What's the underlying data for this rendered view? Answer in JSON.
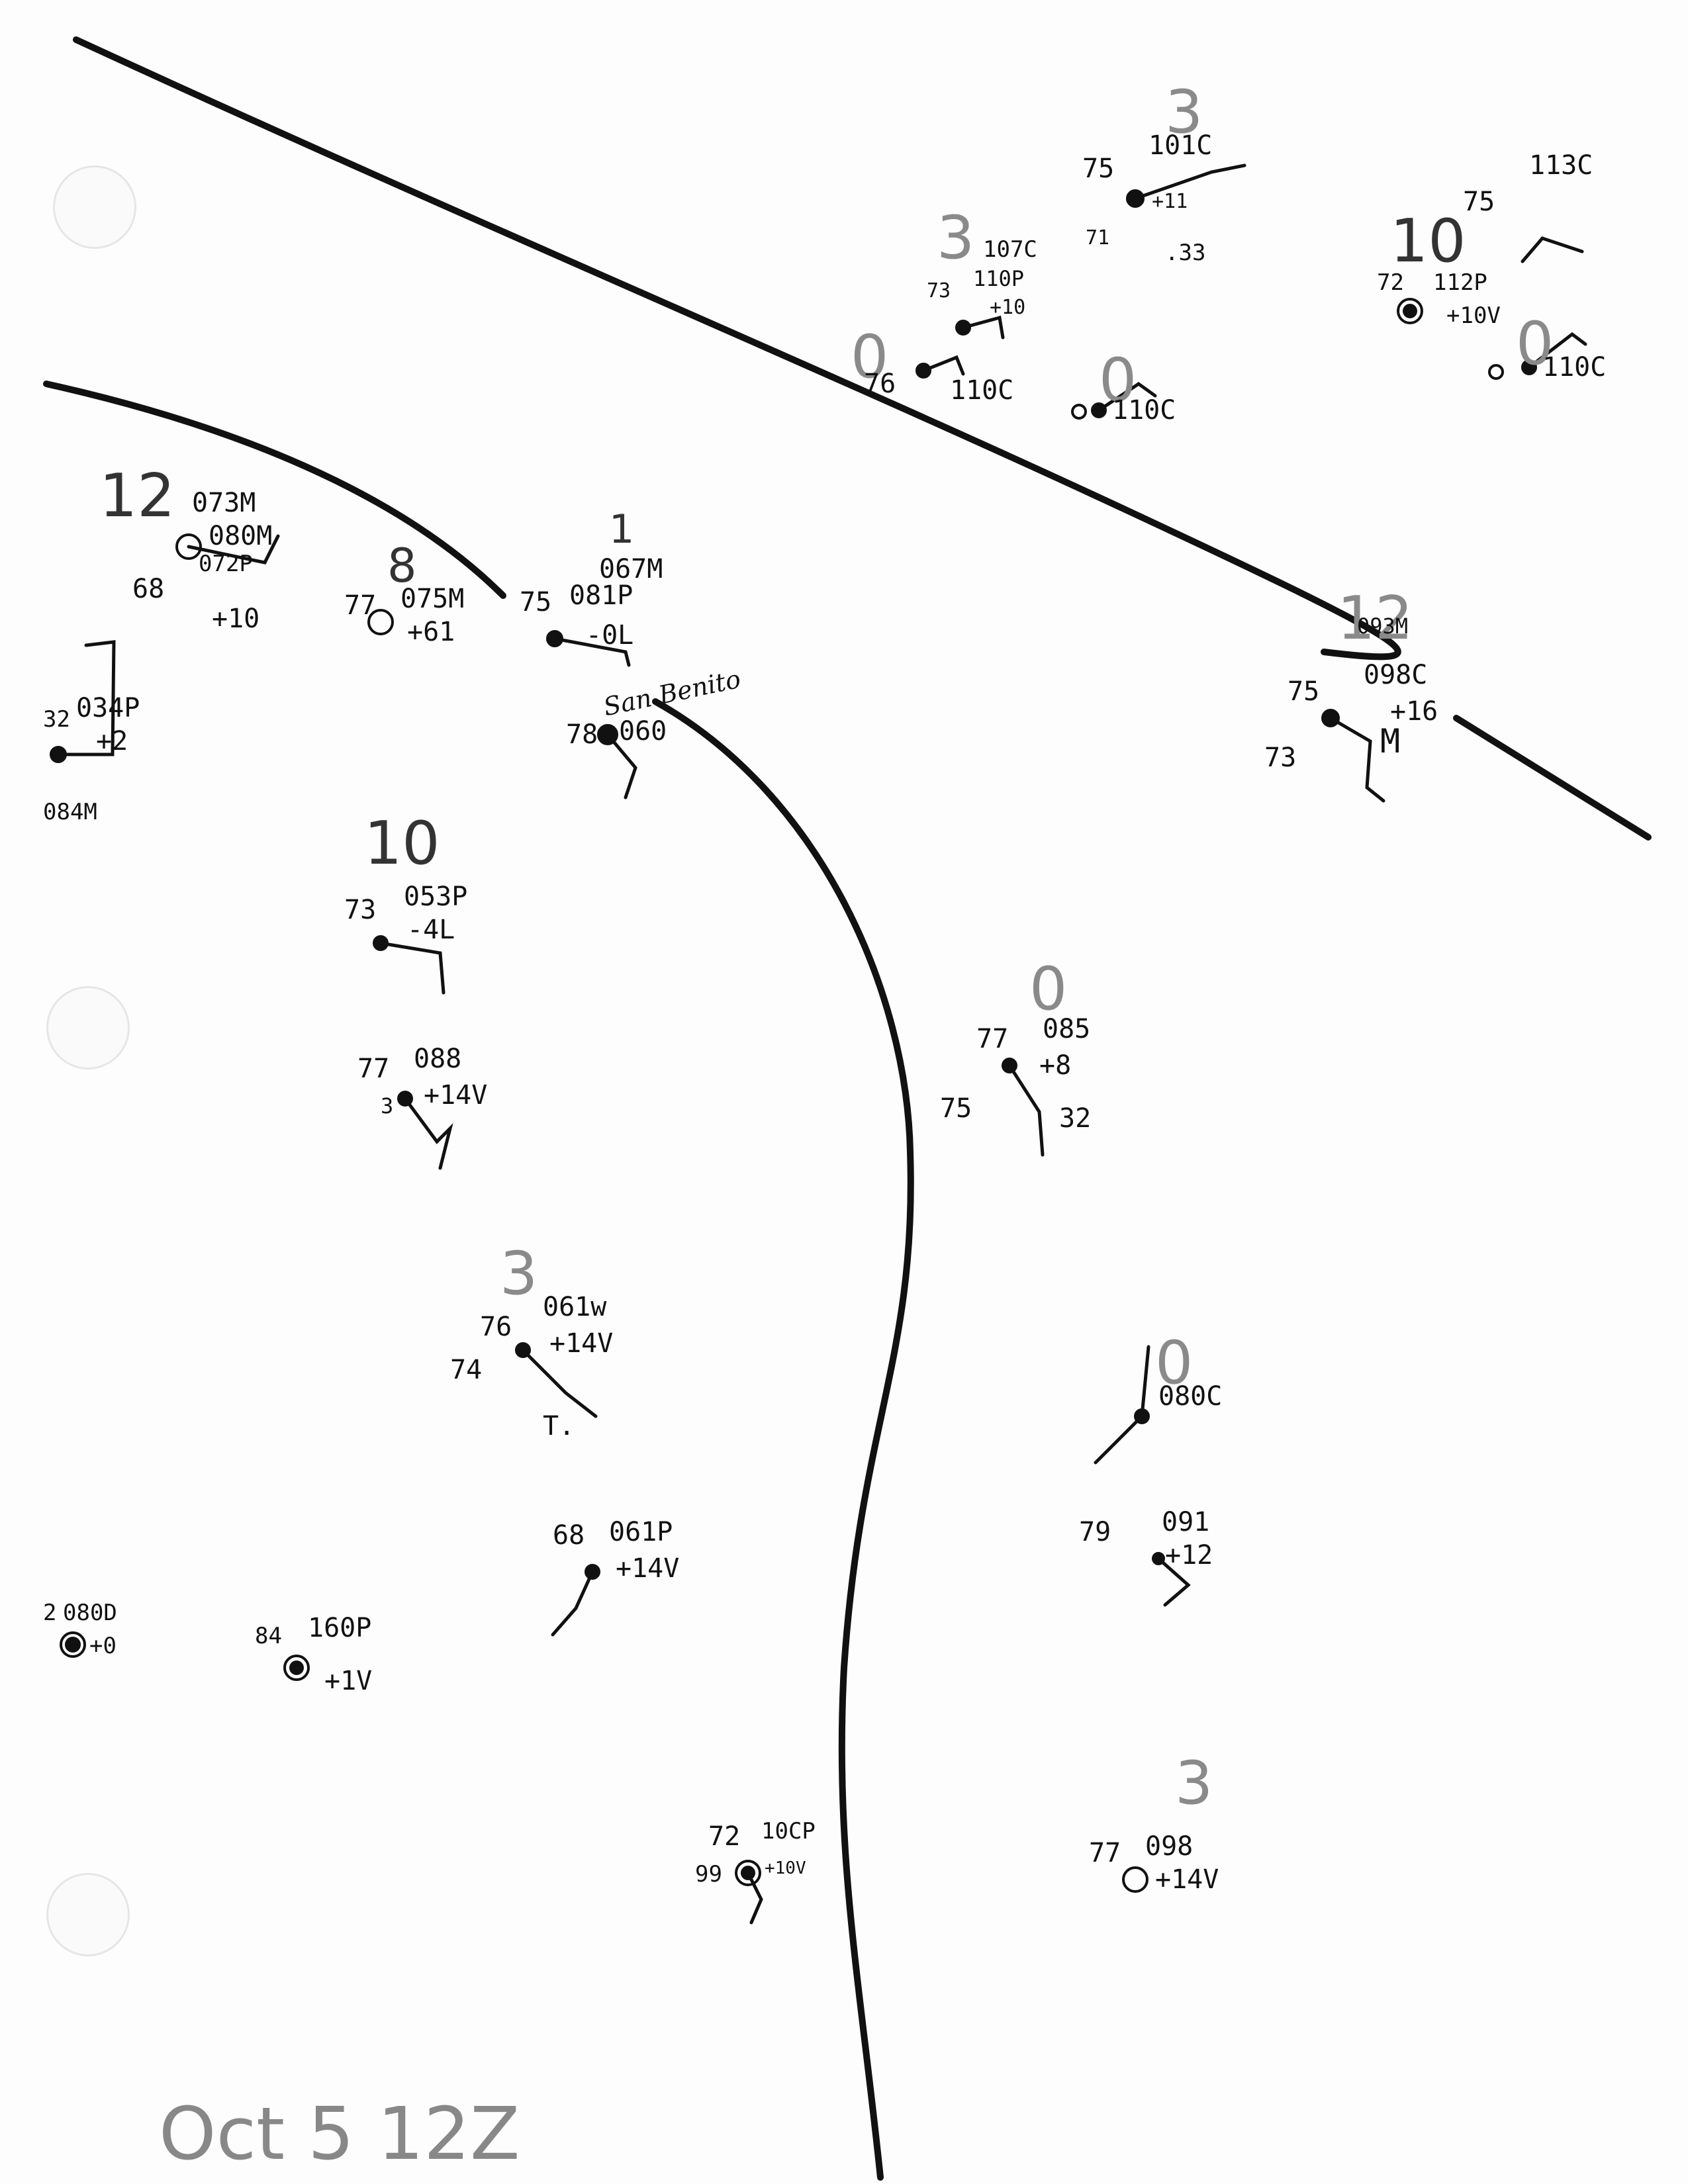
{
  "map": {
    "date_label": "Oct 5 12Z",
    "city_label": "San Benito",
    "stations": {
      "a": {
        "sky": "3",
        "temp": "75",
        "pressure": "101C",
        "change": "+11",
        "dew": "71",
        "precip": ".33"
      },
      "b": {
        "sky": "10",
        "temp": "75",
        "pressure": "113C",
        "pressure2": "112P",
        "change": "+10V",
        "dew": "72"
      },
      "c": {
        "sky": "3",
        "pressure": "107C",
        "pressure2": "110P",
        "dew": "73",
        "change": "+10"
      },
      "d": {
        "sky": "0",
        "temp": "76",
        "pressure": "110C"
      },
      "e": {
        "sky": "0",
        "pressure": "110C"
      },
      "f": {
        "sky": "0",
        "pressure": "110C"
      },
      "g": {
        "sky": "12",
        "pressure": "073M",
        "pressure2": "080M",
        "pressure3": "072P",
        "dew": "68",
        "change": "+10"
      },
      "h": {
        "sky": "8",
        "temp": "77",
        "pressure": "075M",
        "change": "+61"
      },
      "i": {
        "sky": "1",
        "temp": "75",
        "pressure": "067M",
        "pressure2": "081P",
        "change": "-0L"
      },
      "j": {
        "temp": "78",
        "pressure": "060"
      },
      "k": {
        "sky": "12",
        "temp": "75",
        "pressure": "093M",
        "pressure2": "098C",
        "change": "+16",
        "dew": "73",
        "weather": "M"
      },
      "l": {
        "temp": "32",
        "pressure": "034P",
        "change": "+2",
        "pressure2": "084M"
      },
      "m": {
        "sky": "10",
        "temp": "73",
        "pressure": "053P",
        "change": "-4L"
      },
      "n": {
        "temp": "77",
        "pressure": "088",
        "change": "+14V",
        "dew": "3"
      },
      "o": {
        "sky": "0",
        "temp": "77",
        "pressure": "085",
        "change": "+8",
        "dew": "75",
        "precip": "32"
      },
      "p": {
        "sky": "3",
        "temp": "76",
        "pressure": "061w",
        "change": "+14V",
        "dew": "74",
        "weather": "T."
      },
      "q": {
        "sky": "0",
        "pressure": "080C"
      },
      "r": {
        "temp": "68",
        "pressure": "061P",
        "change": "+14V"
      },
      "s": {
        "temp": "79",
        "pressure": "091",
        "change": "+12"
      },
      "t": {
        "temp": "2",
        "pressure": "080D",
        "change": "+0"
      },
      "u": {
        "temp": "84",
        "pressure": "160P",
        "change": "+1V"
      },
      "v": {
        "temp": "72",
        "pressure": "10CP",
        "dew": "99",
        "change": "+10V"
      },
      "w": {
        "sky": "3",
        "temp": "77",
        "pressure": "098",
        "change": "+14V"
      }
    }
  }
}
